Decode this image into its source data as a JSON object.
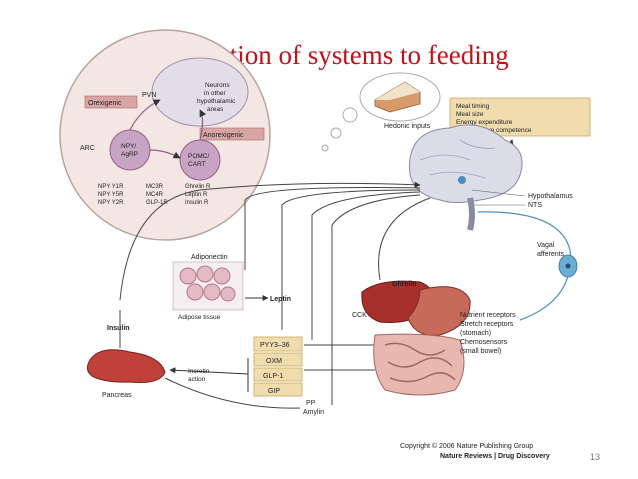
{
  "title": "Coordination of systems to feeding",
  "slide_number": "13",
  "inset": {
    "pvn": "PVN",
    "neurons": [
      "Neurons",
      "in other",
      "hypothalamic",
      "areas"
    ],
    "orexigenic": "Orexigenic",
    "anorexigenic": "Anorexigenic",
    "arc": "ARC",
    "npy_agrp": [
      "NPY/",
      "AgRP"
    ],
    "pomc_cart": [
      "POMC/",
      "CART"
    ],
    "legend": [
      "NPY Y1R",
      "NPY Y5R",
      "NPY Y2R",
      "MC3R",
      "MC4R",
      "GLP-1R",
      "Ghrelin R",
      "Leptin R",
      "Insulin R"
    ]
  },
  "hedonic_inputs": "Hedonic inputs",
  "meal_box": [
    "Meal timing",
    "Meal size",
    "Energy expenditure",
    "Reproductive competence"
  ],
  "hypothalamus": "Hypothalamus",
  "nts": "NTS",
  "vagal": [
    "Vagal",
    "afferents"
  ],
  "adiponectin": "Adiponectin",
  "leptin": "Leptin",
  "adipose": "Adipose tissue",
  "insulin": "Insulin",
  "pancreas": "Pancreas",
  "incretin": [
    "Incretin",
    "action"
  ],
  "gut_hormones": [
    "PYY3–36",
    "OXM",
    "GLP-1",
    "GIP"
  ],
  "pp_amylin": [
    "PP",
    "Amylin"
  ],
  "ghrelin": "Ghrelin",
  "cck": "CCK",
  "gut_labels": [
    "Nutrient receptors",
    "Stretch receptors",
    "(stomach)",
    "Chemosensors",
    "(small bowel)"
  ],
  "copyright": "Copyright © 2006 Nature Publishing Group",
  "journal": "Nature Reviews | Drug Discovery"
}
